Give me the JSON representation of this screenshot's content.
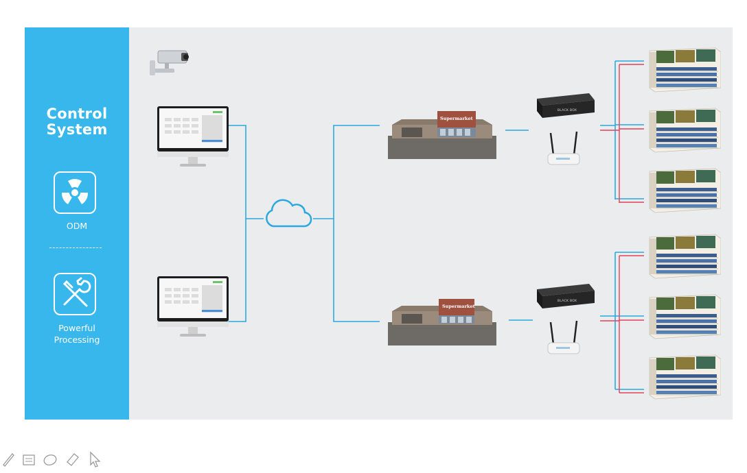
{
  "sidebar": {
    "title_line1": "Control",
    "title_line2": "System",
    "items": [
      {
        "label": "ODM",
        "icon": "radiation-icon"
      },
      {
        "label_line1": "Powerful",
        "label_line2": "Processing",
        "icon": "wrench-screwdriver-icon"
      }
    ]
  },
  "stores": [
    {
      "sign": "Supermarket"
    },
    {
      "sign": "Supermarket"
    }
  ],
  "devices": {
    "box_label": "BLACK BOX"
  },
  "colors": {
    "sidebar": "#37b7ec",
    "background": "#eaeced",
    "line_blue": "#2aa8df",
    "line_red": "#e0405a"
  },
  "annotation_tools": [
    "pen-icon",
    "highlighter-icon",
    "ellipse-icon",
    "eraser-icon",
    "pointer-icon"
  ]
}
